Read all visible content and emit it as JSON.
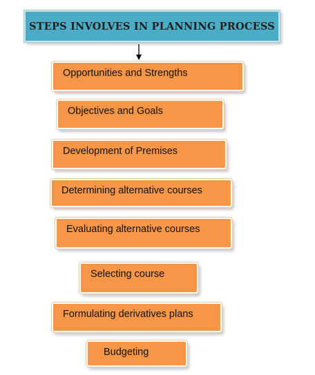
{
  "diagram": {
    "title": "STEPS INVOLVES IN PLANNING PROCESS",
    "steps": [
      "Opportunities and Strengths",
      "Objectives and Goals",
      "Development of Premises",
      "Determining alternative courses",
      "Evaluating alternative courses",
      "Selecting course",
      "Formulating derivatives plans",
      "Budgeting"
    ],
    "colors": {
      "title_fill": "#4bacc6",
      "step_fill": "#f79646"
    }
  }
}
